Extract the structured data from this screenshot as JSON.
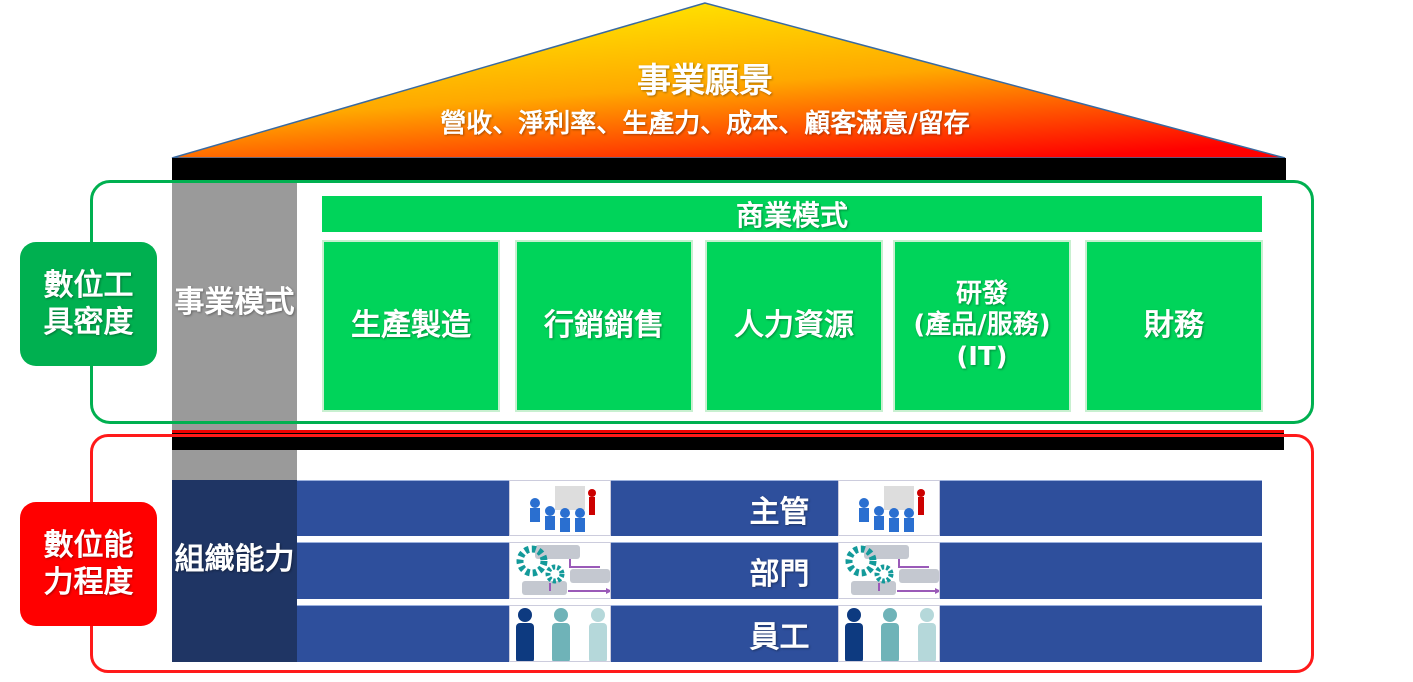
{
  "roof": {
    "title": "事業願景",
    "subtitle": "營收、淨利率、生產力、成本、顧客滿意/留存"
  },
  "left_labels": {
    "digital_tools": "數位工具密度",
    "digital_capability": "數位能力程度"
  },
  "columns": {
    "business_model": "事業模式",
    "org_capability": "組織能力"
  },
  "business": {
    "header": "商業模式",
    "boxes": [
      "生產製造",
      "行銷銷售",
      "人力資源",
      "研發\n(產品/服務)\n(IT)",
      "財務"
    ]
  },
  "org_rows": [
    "主管",
    "部門",
    "員工"
  ],
  "colors": {
    "green": "#00d45a",
    "red": "#ff0000",
    "navy": "#2e4f9c",
    "grey": "#9a9a9a"
  }
}
